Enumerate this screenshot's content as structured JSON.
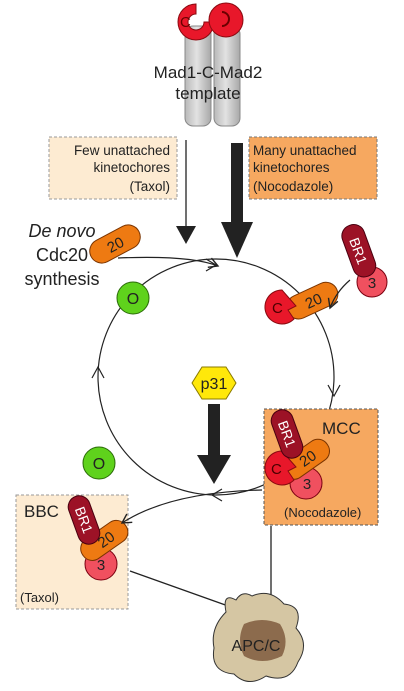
{
  "template": {
    "line1": "Mad1-C-Mad2",
    "line2": "template",
    "c_letter": "C"
  },
  "box_few": {
    "line1": "Few unattached",
    "line2": "kinetochores",
    "line3": "(Taxol)"
  },
  "box_many": {
    "line1": "Many unattached",
    "line2": "kinetochores",
    "line3": "(Nocodazole)"
  },
  "denovo": {
    "line1": "De novo",
    "line2": "Cdc20",
    "line3": "synthesis"
  },
  "labels": {
    "cdc20": "20",
    "o": "O",
    "c": "C",
    "br1": "BR1",
    "three": "3",
    "p31": "p31"
  },
  "mcc": {
    "title": "MCC",
    "note": "(Nocodazole)"
  },
  "bbc": {
    "title": "BBC",
    "note": "(Taxol)"
  },
  "apc": {
    "label": "APC/C"
  },
  "colors": {
    "mad2_red": "#e8172a",
    "cdc20_orange": "#ee7a12",
    "bubr1_darkred": "#9c1226",
    "bub3_pink": "#f0505f",
    "mad2_open_green": "#5fd21c",
    "p31_yellow": "#ffe80a",
    "light_box": "#fdebd2",
    "dark_box": "#f6a860",
    "apc_tan": "#d5c6a3",
    "apc_brown": "#8c6b4d"
  }
}
